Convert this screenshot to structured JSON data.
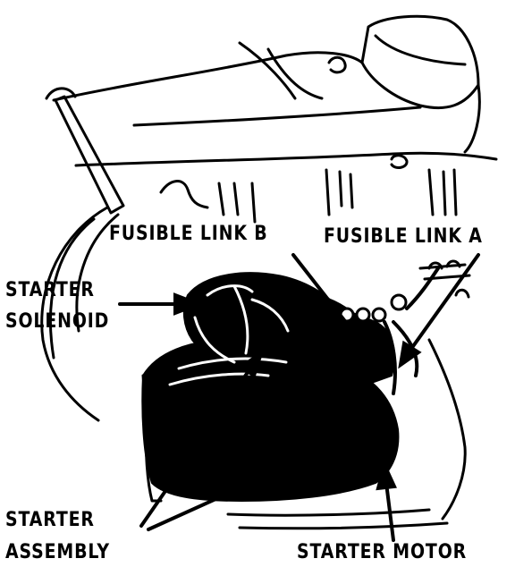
{
  "labels": {
    "fusible_link_b": "FUSIBLE LINK B",
    "fusible_link_a": "FUSIBLE LINK A",
    "starter_solenoid_line1": "STARTER",
    "starter_solenoid_line2": "SOLENOID",
    "starter_assembly_line1": "STARTER",
    "starter_assembly_line2": "ASSEMBLY",
    "starter_motor": "STARTER MOTOR"
  },
  "colors": {
    "ink": "#000000",
    "paper": "#ffffff"
  }
}
